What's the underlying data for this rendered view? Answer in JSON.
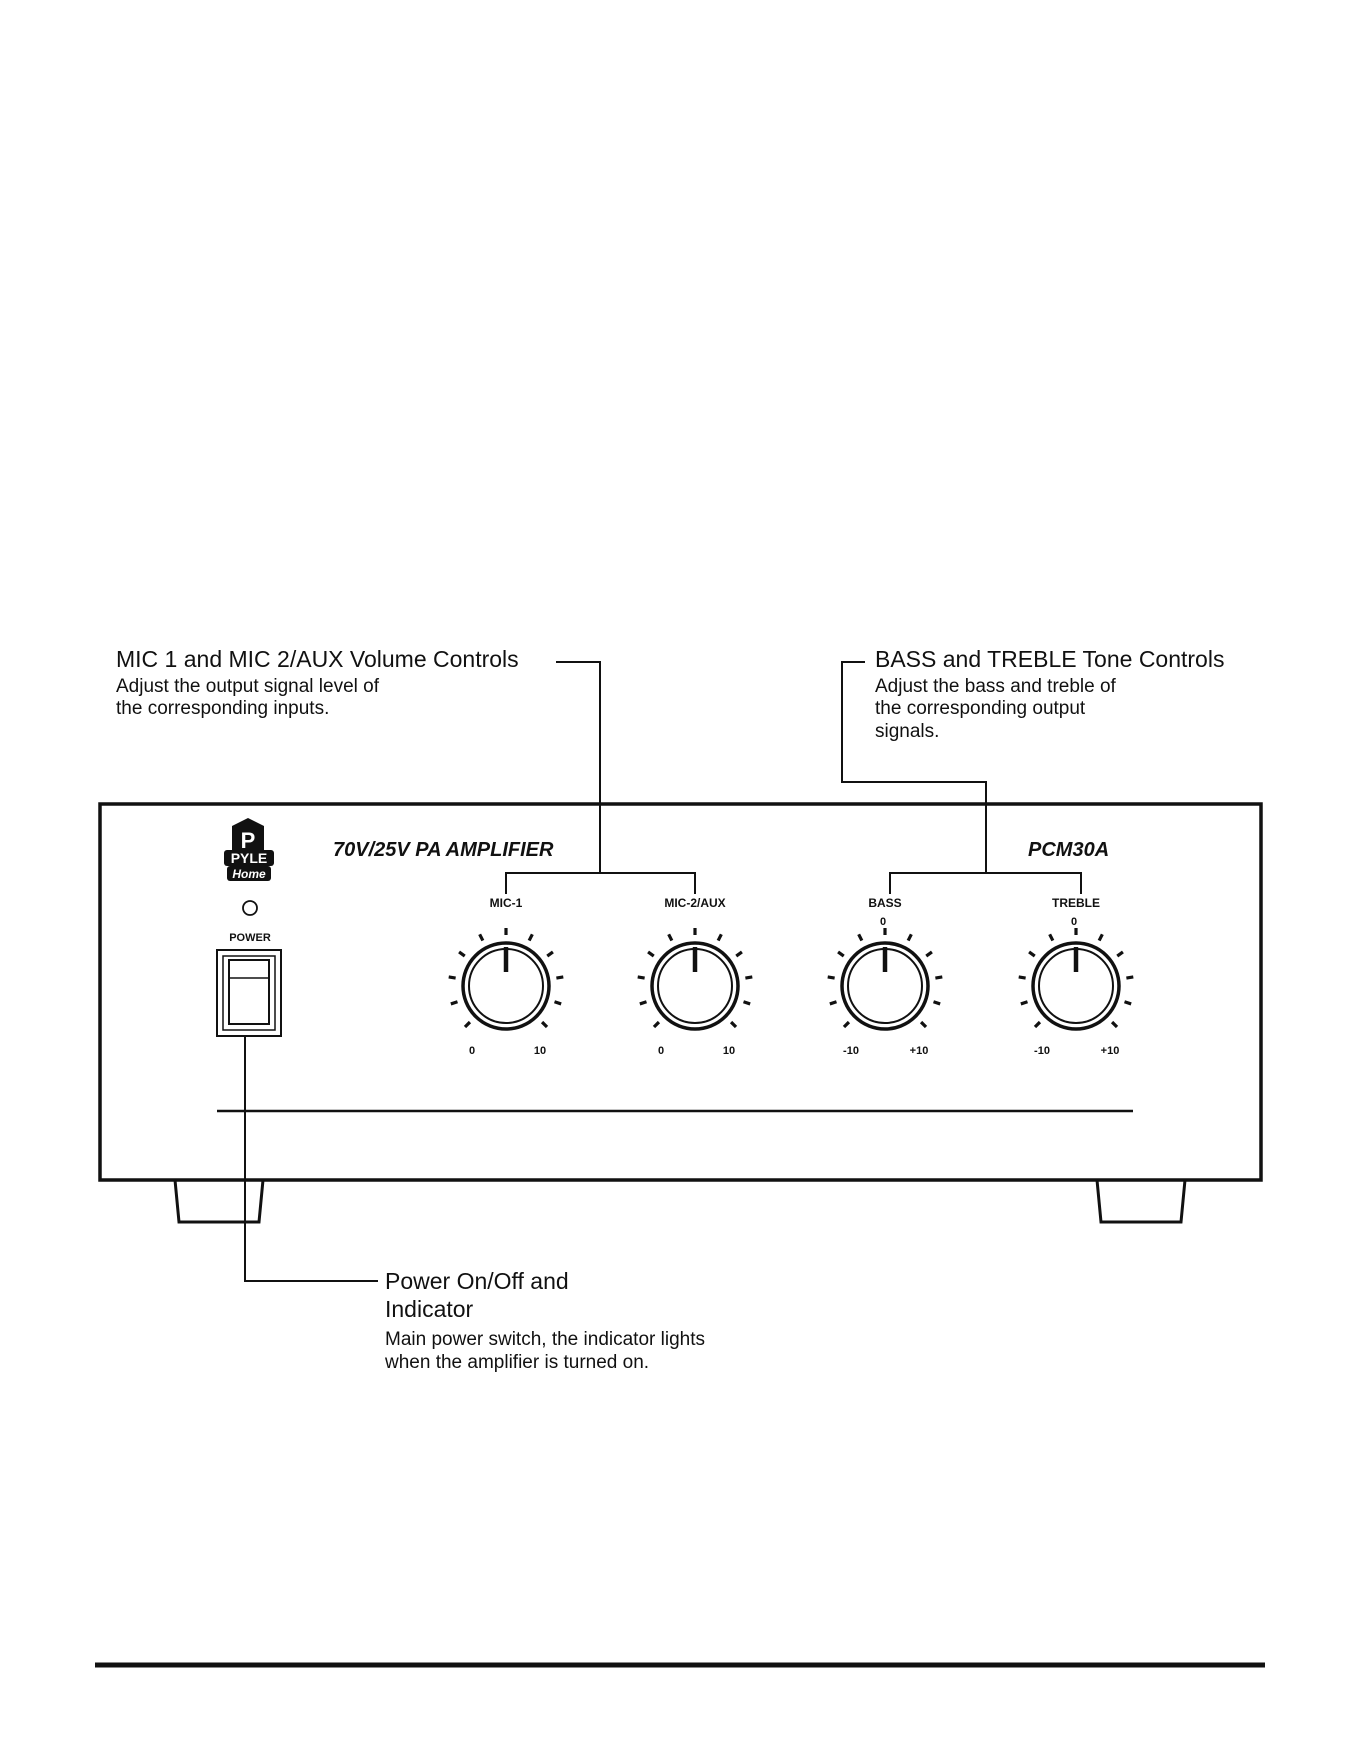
{
  "callouts": {
    "volume": {
      "title": "MIC 1 and MIC 2/AUX Volume Controls",
      "desc": [
        "Adjust the output signal level of",
        "the corresponding inputs."
      ]
    },
    "tone": {
      "title": "BASS and TREBLE Tone Controls",
      "desc": [
        "Adjust the bass and treble of",
        "the corresponding output",
        "signals."
      ]
    },
    "power": {
      "title": [
        "Power On/Off and",
        "Indicator"
      ],
      "desc": [
        "Main power switch, the indicator lights",
        "when the amplifier is turned on."
      ]
    }
  },
  "panel": {
    "logo_text": [
      "PYLE",
      "Home"
    ],
    "model_desc": "70V/25V PA AMPLIFIER",
    "model": "PCM30A",
    "power_label": "POWER"
  },
  "knobs": [
    {
      "label": "MIC-1",
      "min_label": "0",
      "max_label": "10",
      "center_label": ""
    },
    {
      "label": "MIC-2/AUX",
      "min_label": "0",
      "max_label": "10",
      "center_label": ""
    },
    {
      "label": "BASS",
      "min_label": "-10",
      "max_label": "+10",
      "center_label": "0"
    },
    {
      "label": "TREBLE",
      "min_label": "-10",
      "max_label": "+10",
      "center_label": "0"
    }
  ],
  "colors": {
    "line": "#111111",
    "background": "#ffffff"
  }
}
